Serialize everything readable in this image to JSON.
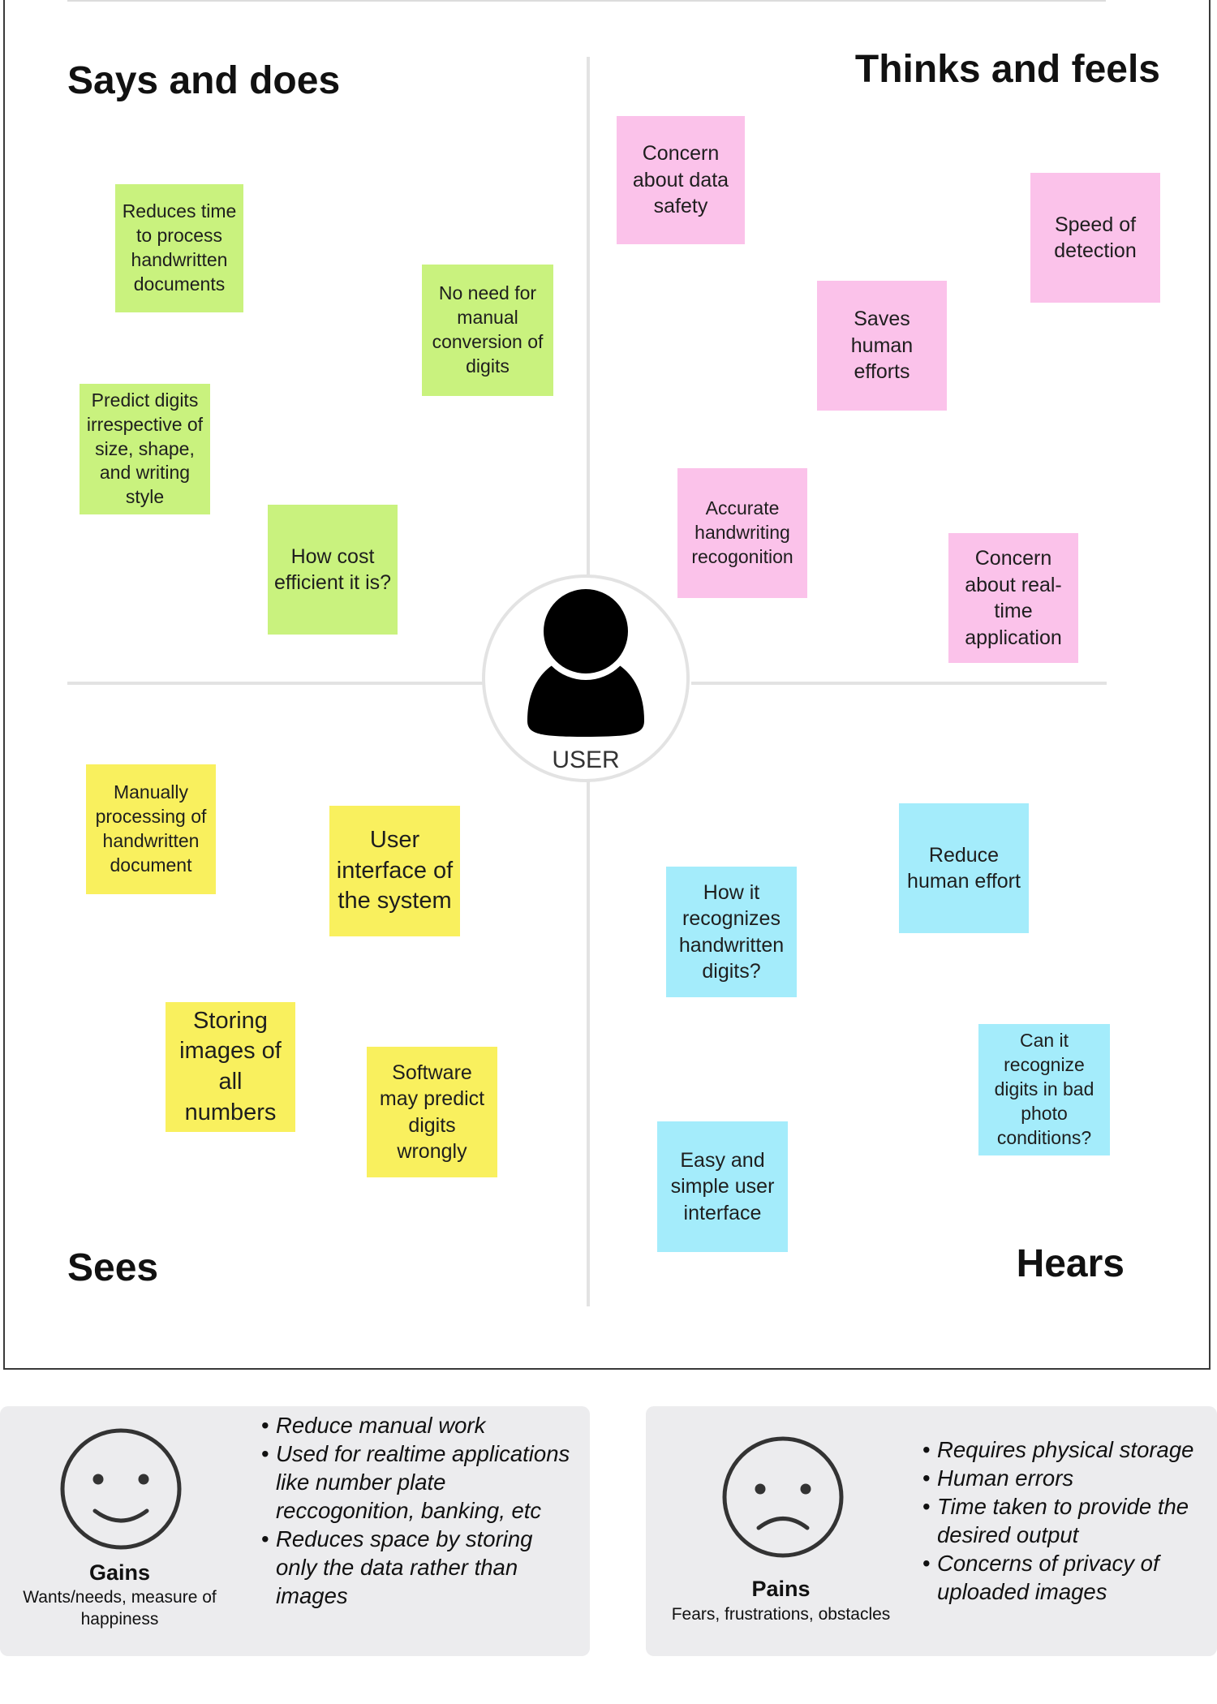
{
  "quadrants": {
    "says_and_does": "Says and does",
    "thinks_and_feels": "Thinks and feels",
    "sees": "Sees",
    "hears": "Hears"
  },
  "user_label": "USER",
  "notes": {
    "says": [
      "Reduces time to process handwritten documents",
      "No need for manual conversion of digits",
      "Predict digits irrespective of size, shape, and writing style",
      "How cost efficient it is?"
    ],
    "thinks": [
      "Concern about data safety",
      "Speed of detection",
      "Saves human efforts",
      "Accurate handwriting recogonition",
      "Concern about real-time application"
    ],
    "sees": [
      "Manually processing of handwritten document",
      "User interface of the system",
      "Storing images of all numbers",
      "Software may predict digits wrongly"
    ],
    "hears": [
      "Reduce human effort",
      "How it recognizes handwritten digits?",
      "Can it recognize digits in bad photo conditions?",
      "Easy and simple user interface"
    ]
  },
  "gains": {
    "title": "Gains",
    "subtitle": "Wants/needs, measure of happiness",
    "items": [
      "Reduce manual work",
      "Used for realtime applications like number plate reccogonition, banking, etc",
      "Reduces space by storing only the data rather than images"
    ]
  },
  "pains": {
    "title": "Pains",
    "subtitle": "Fears, frustrations, obstacles",
    "items": [
      "Requires physical storage",
      "Human errors",
      "Time taken to provide the desired output",
      "Concerns of privacy of uploaded images"
    ]
  },
  "colors": {
    "says_notes": "#c9f27e",
    "thinks_notes": "#fbc2ea",
    "sees_notes": "#f9f05e",
    "hears_notes": "#a4ecfb",
    "panel_bg": "#ececee"
  },
  "icons": {
    "user": "user-silhouette-icon",
    "gains": "smiley-face-icon",
    "pains": "sad-face-icon"
  }
}
